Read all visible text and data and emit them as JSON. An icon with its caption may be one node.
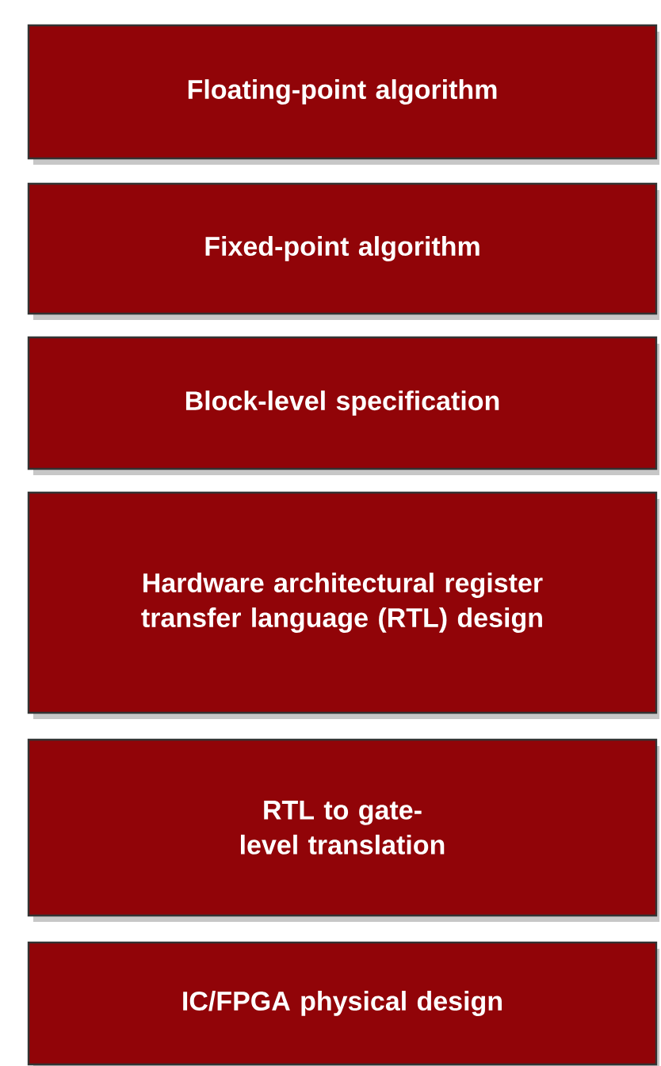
{
  "diagram": {
    "nodes": [
      {
        "text": [
          "Floating-point algorithm"
        ]
      },
      {
        "text": [
          "Fixed-point algorithm"
        ]
      },
      {
        "text": [
          "Block-level specification"
        ]
      },
      {
        "text": [
          "Hardware architectural register transfer language (RTL) design"
        ]
      },
      {
        "text": [
          "RTL to gate-level translation"
        ]
      },
      {
        "text": [
          "IC/FPGA physical design"
        ]
      }
    ]
  }
}
